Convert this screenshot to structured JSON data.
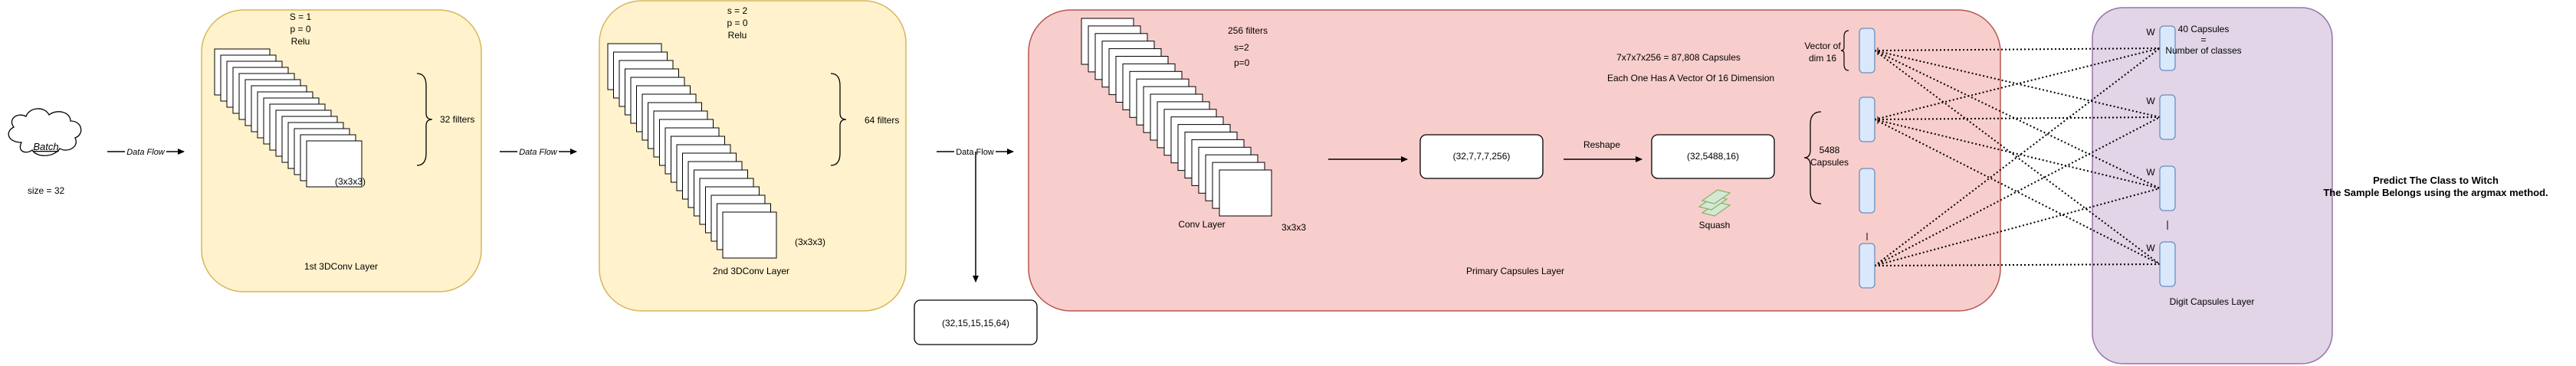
{
  "input": {
    "label": "Batch",
    "size": "size = 32"
  },
  "flow_labels": {
    "flow1": "Data Flow",
    "flow2": "Data Flow",
    "flow3": "Data Flow"
  },
  "conv1": {
    "params": [
      "S = 1",
      "p = 0",
      "Relu"
    ],
    "kernel": "(3x3x3)",
    "filters": "32 filters",
    "title": "1st 3DConv Layer"
  },
  "conv2": {
    "params": [
      "s = 2",
      "p = 0",
      "Relu"
    ],
    "kernel": "(3x3x3)",
    "filters": "64 filters",
    "title": "2nd 3DConv Layer"
  },
  "conv2_output": "(32,15,15,15,64)",
  "primary": {
    "params": [
      "256 filters",
      "s=2",
      "p=0"
    ],
    "conv_title": "Conv Layer",
    "kernel": "3x3x3",
    "shape1": "(32,7,7,7,256)",
    "reshape": "Reshape",
    "shape2": "(32,5488,16)",
    "squash": "Squash",
    "caps_count": "7x7x7x256 = 87,808 Capsules",
    "caps_vector": "Each One Has A Vector Of 16 Dimension",
    "vector_label": [
      "Vector of",
      "dim 16"
    ],
    "caps_label": [
      "5488",
      "Capsules"
    ],
    "title": "Primary Capsules Layer"
  },
  "digit": {
    "header": [
      "40 Capsules",
      "=",
      "Number of classes"
    ],
    "weight_symbol": "W",
    "title": "Digit Capsules Layer"
  },
  "prediction": [
    "Predict The Class to Witch",
    "The Sample Belongs using the argmax method."
  ],
  "colors": {
    "conv_fill": "#fff2cc",
    "conv_stroke": "#d6b656",
    "primary_fill": "#f8cecc",
    "primary_stroke": "#b85450",
    "digit_fill": "#e1d5e7",
    "digit_stroke": "#9673a6",
    "capsule_fill": "#dae8fc",
    "capsule_stroke": "#6c8ebf",
    "squash_fill": "#d5e8d4",
    "squash_stroke": "#82b366"
  }
}
